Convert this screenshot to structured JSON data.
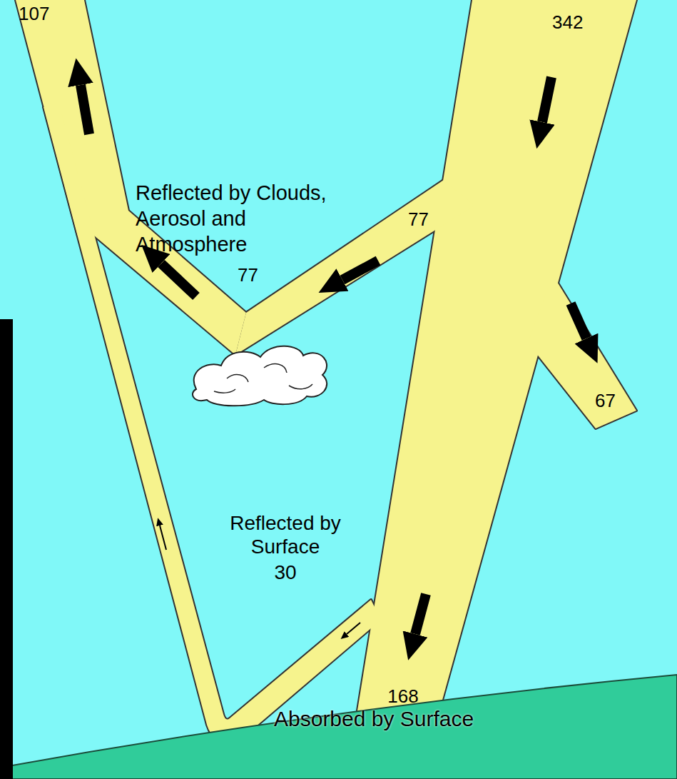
{
  "diagram": {
    "labels": [
      "107",
      "342",
      "Reflected by Clouds, Aerosol and Atmosphere",
      "77",
      "77",
      "67",
      "Reflected by Surface",
      "30",
      "168",
      "Absorbed by Surface"
    ]
  }
}
